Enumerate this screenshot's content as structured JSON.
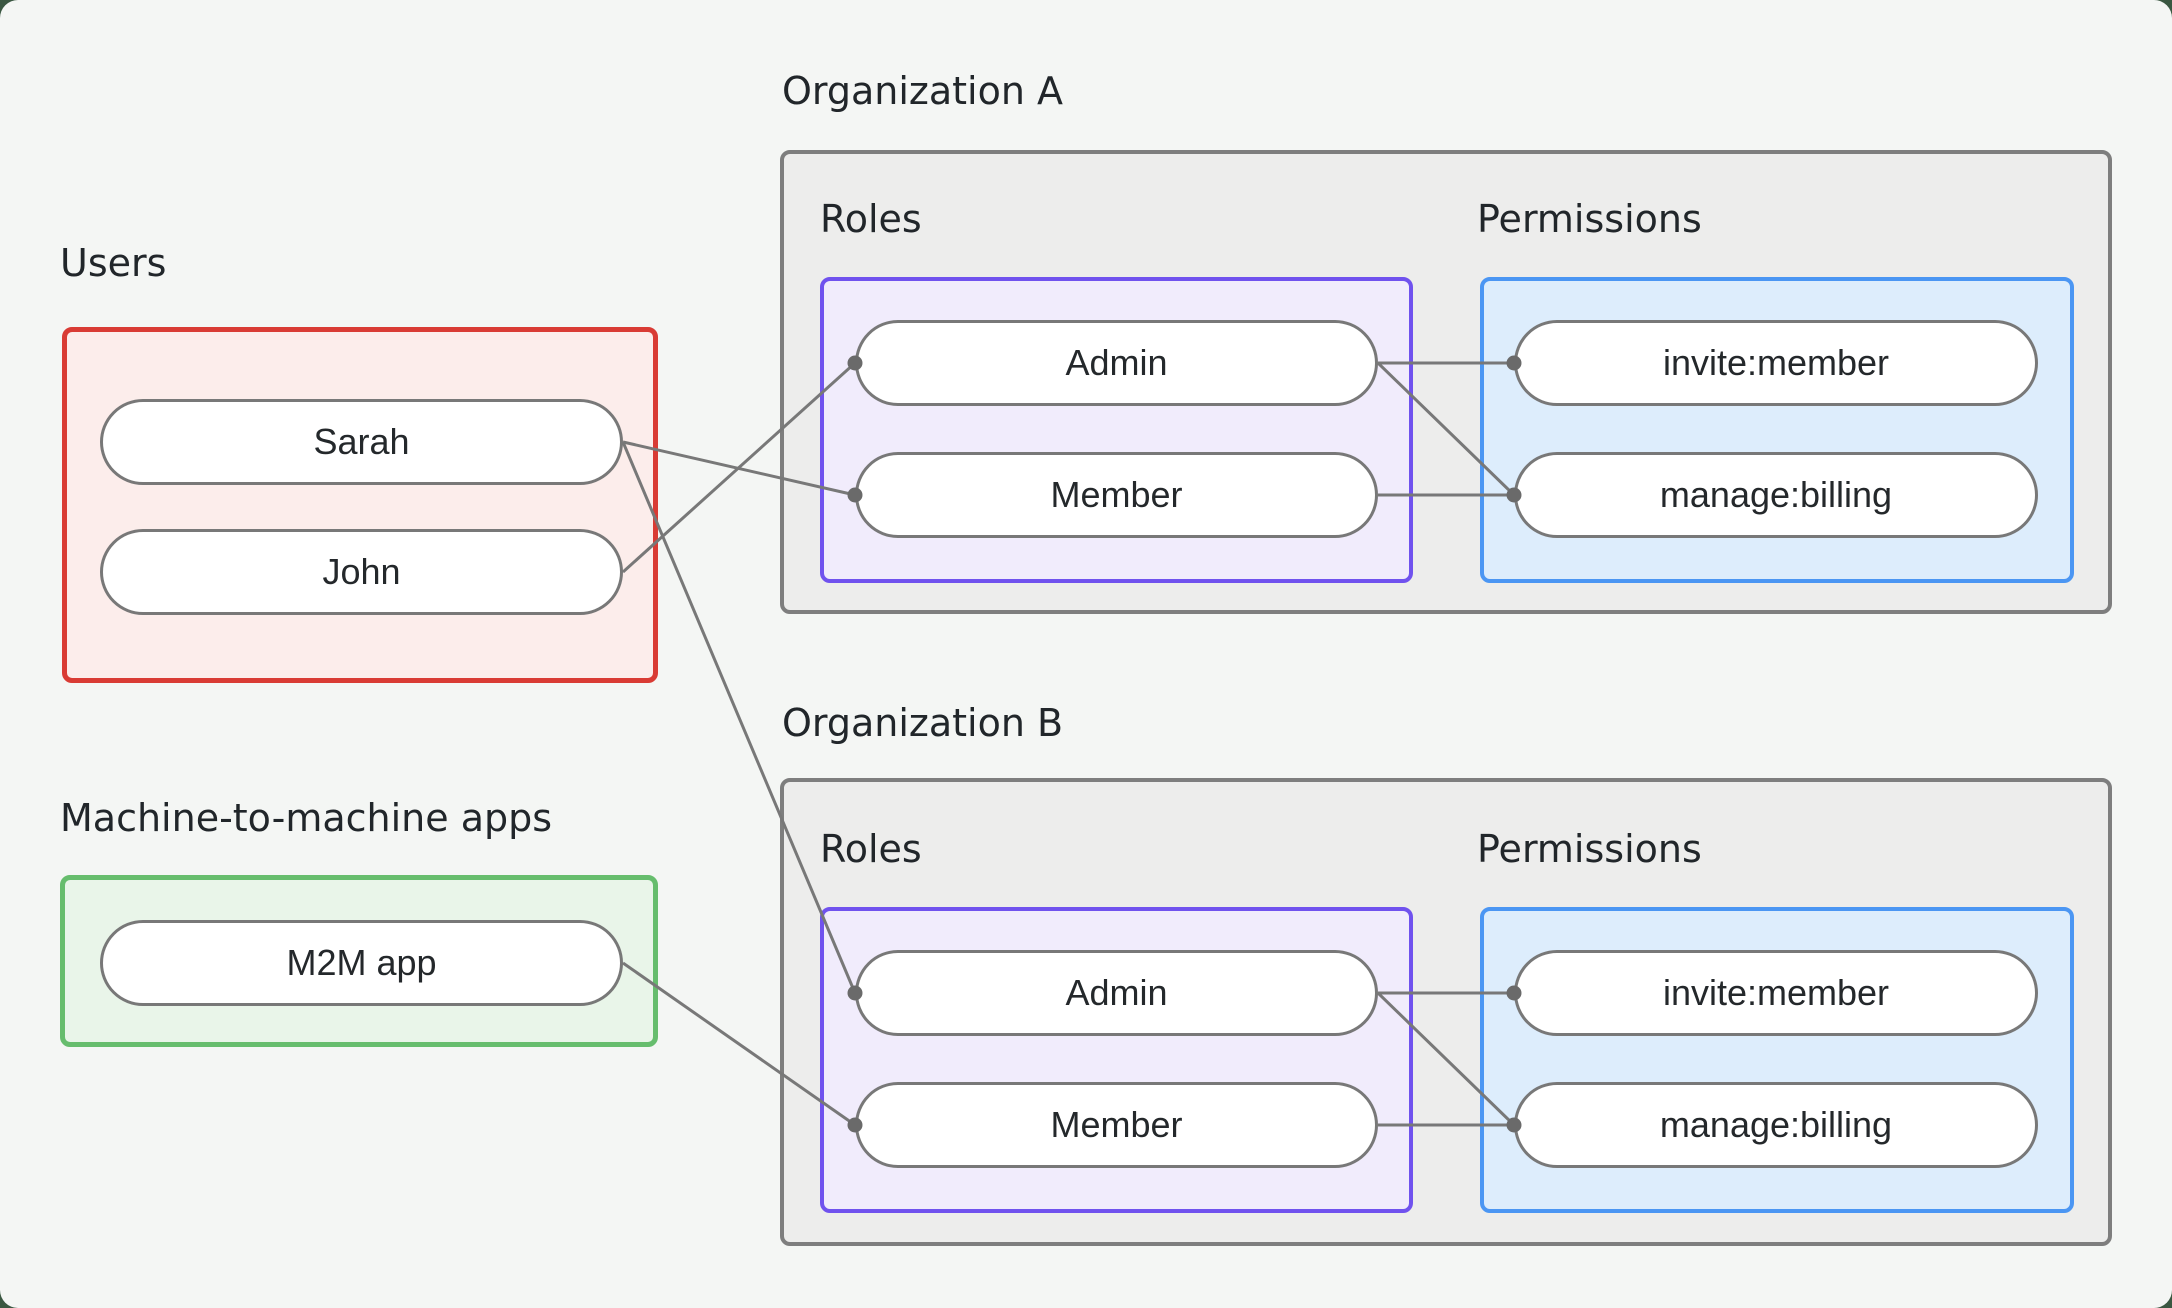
{
  "diagram": {
    "users_label": "Users",
    "m2m_label": "Machine-to-machine apps",
    "users": [
      "Sarah",
      "John"
    ],
    "m2m_apps": [
      "M2M app"
    ],
    "orgs": [
      {
        "title": "Organization A",
        "roles_label": "Roles",
        "permissions_label": "Permissions",
        "roles": [
          "Admin",
          "Member"
        ],
        "permissions": [
          "invite:member",
          "manage:billing"
        ]
      },
      {
        "title": "Organization B",
        "roles_label": "Roles",
        "permissions_label": "Permissions",
        "roles": [
          "Admin",
          "Member"
        ],
        "permissions": [
          "invite:member",
          "manage:billing"
        ]
      }
    ],
    "connections": [
      {
        "from": "Sarah",
        "to": "Organization A / Member"
      },
      {
        "from": "Sarah",
        "to": "Organization B / Admin"
      },
      {
        "from": "John",
        "to": "Organization A / Admin"
      },
      {
        "from": "M2M app",
        "to": "Organization B / Member"
      },
      {
        "from": "Organization A / Admin",
        "to": "Organization A / invite:member"
      },
      {
        "from": "Organization A / Admin",
        "to": "Organization A / manage:billing"
      },
      {
        "from": "Organization A / Member",
        "to": "Organization A / manage:billing"
      },
      {
        "from": "Organization B / Admin",
        "to": "Organization B / invite:member"
      },
      {
        "from": "Organization B / Admin",
        "to": "Organization B / manage:billing"
      },
      {
        "from": "Organization B / Member",
        "to": "Organization B / manage:billing"
      }
    ],
    "colors": {
      "page_bg": "#f4f6f4",
      "frame_bg": "#3a5741",
      "users_border": "#d93b34",
      "users_fill": "#fcedeb",
      "m2m_border": "#66bd6d",
      "m2m_fill": "#e9f5e9",
      "org_border": "#7e7e7e",
      "org_fill": "#ededec",
      "roles_border": "#7052ee",
      "roles_fill": "#f1ecfc",
      "permissions_border": "#4b96f3",
      "permissions_fill": "#ddedfc",
      "node_border": "#787878",
      "node_fill": "#ffffff",
      "connector": "#787878",
      "dot": "#6a6a6a",
      "text": "#21262a"
    }
  }
}
